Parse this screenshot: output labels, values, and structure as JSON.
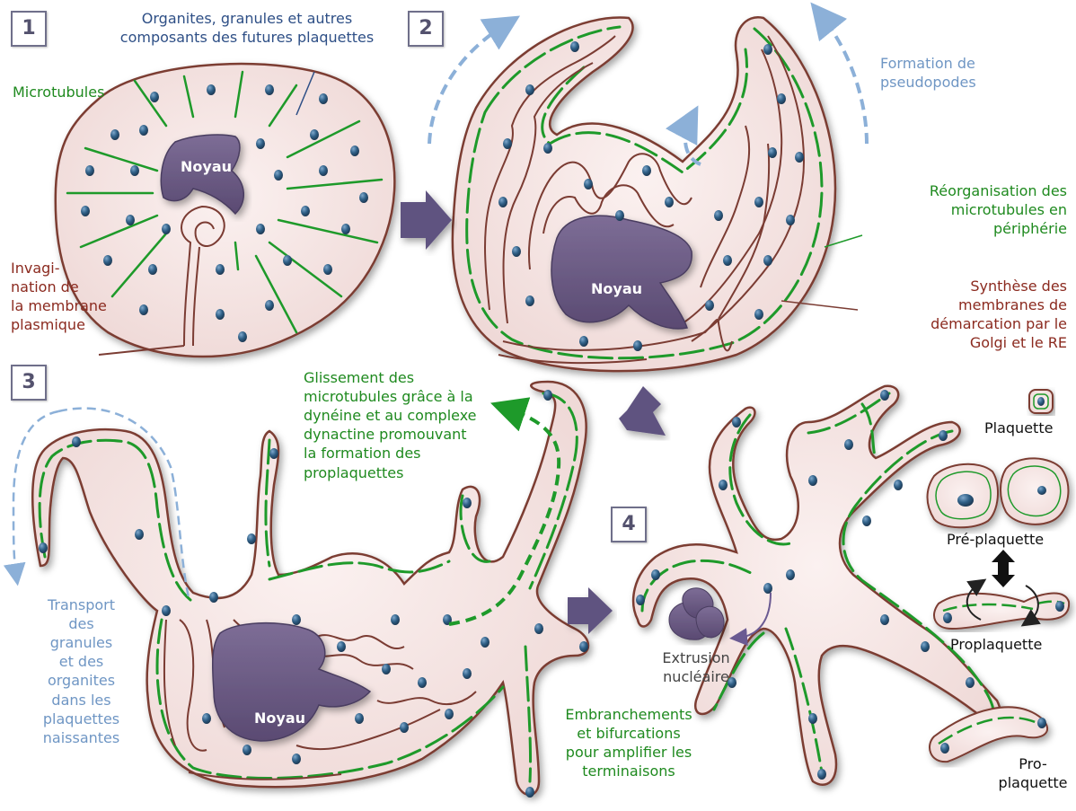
{
  "steps": [
    "1",
    "2",
    "3",
    "4"
  ],
  "labels": {
    "organites": "Organites, granules et autres\ncomposants des futures plaquettes",
    "microtubules": "Microtubules",
    "noyau": "Noyau",
    "invagination": "Invagi-\nnation de\nla membrane\nplasmique",
    "pseudopodes": "Formation de\npseudopodes",
    "reorganisation": "Réorganisation des\nmicrotubules en\npériphérie",
    "synthese": "Synthèse des\nmembranes de\ndémarcation par le\nGolgi et le RE",
    "glissement": "Glissement des\nmicrotubules grâce à la\ndynéine et au complexe\ndynactine promouvant\nla formation des\nproplaquettes",
    "transport": "Transport\ndes\ngranules\net des\norganites\ndans les\nplaquettes\nnaissantes",
    "embranchements": "Embranchements\net bifurcations\npour amplifier les\nterminaisons",
    "extrusion": "Extrusion\nnucléaire",
    "plaquette": "Plaquette",
    "preplaquette": "Pré-plaquette",
    "proplaquette": "Proplaquette",
    "proplaquette2": "Pro-\nplaquette"
  },
  "colors": {
    "cell_fill": "#f6e7e6",
    "membrane": "#7b3c33",
    "microtubule": "#1e9a2a",
    "granule": "#2f5f86",
    "nucleus": "#6a5a82",
    "step_arrow": "#5f5380",
    "pseudopod_arrow": "#8cb0d8",
    "transport_arrow": "#8cb0d8",
    "sliding_arrow": "#1e9a2a"
  }
}
